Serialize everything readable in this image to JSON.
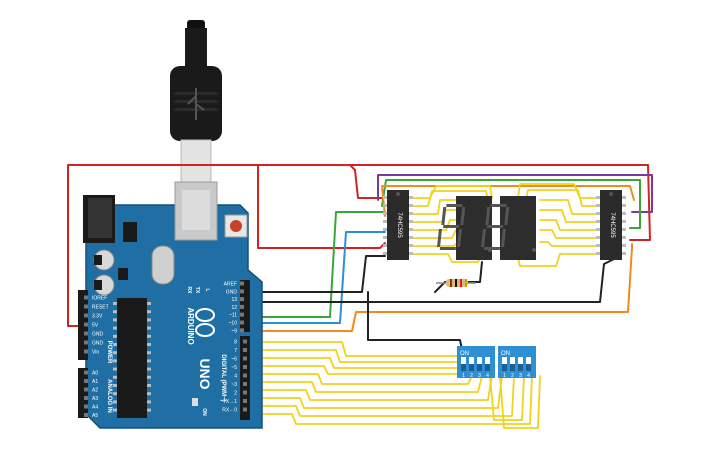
{
  "board": {
    "model": "UNO",
    "brand": "ARDUINO",
    "power_header_label": "POWER",
    "analog_header_label": "ANALOG IN",
    "digital_header_label": "DIGITAL (PWM~)",
    "on_led_label": "ON",
    "l_led_label": "L",
    "tx_label": "TX",
    "rx_label": "RX",
    "power_pins": [
      "IOREF",
      "RESET",
      "3.3V",
      "5V",
      "GND",
      "GND",
      "Vin"
    ],
    "analog_pins": [
      "A0",
      "A1",
      "A2",
      "A3",
      "A4",
      "A5"
    ],
    "digital_pins": [
      "AREF",
      "GND",
      "13",
      "12",
      "~11",
      "~10",
      "~9",
      "8",
      "7",
      "~6",
      "~5",
      "4",
      "~3",
      "2",
      "TX→1",
      "RX←0"
    ]
  },
  "shift_registers": [
    {
      "label": "74HC595"
    },
    {
      "label": "74HC595"
    }
  ],
  "dip_switches": [
    {
      "on_label": "ON",
      "positions": [
        "1",
        "2",
        "3",
        "4"
      ]
    },
    {
      "on_label": "ON",
      "positions": [
        "1",
        "2",
        "3",
        "4"
      ]
    }
  ],
  "colors": {
    "board": "#1f6fa5",
    "board_dark": "#14517c",
    "chip": "#2b2b2b",
    "wire_red": "#d42222",
    "wire_yellow": "#f2d21b",
    "wire_green": "#3aa63a",
    "wire_orange": "#f08c1e",
    "wire_purple": "#7a3a9a",
    "wire_blue": "#2a8fd8",
    "wire_black": "#222222",
    "dip_body": "#2e8fd4",
    "display_body": "#2d2d2d"
  }
}
